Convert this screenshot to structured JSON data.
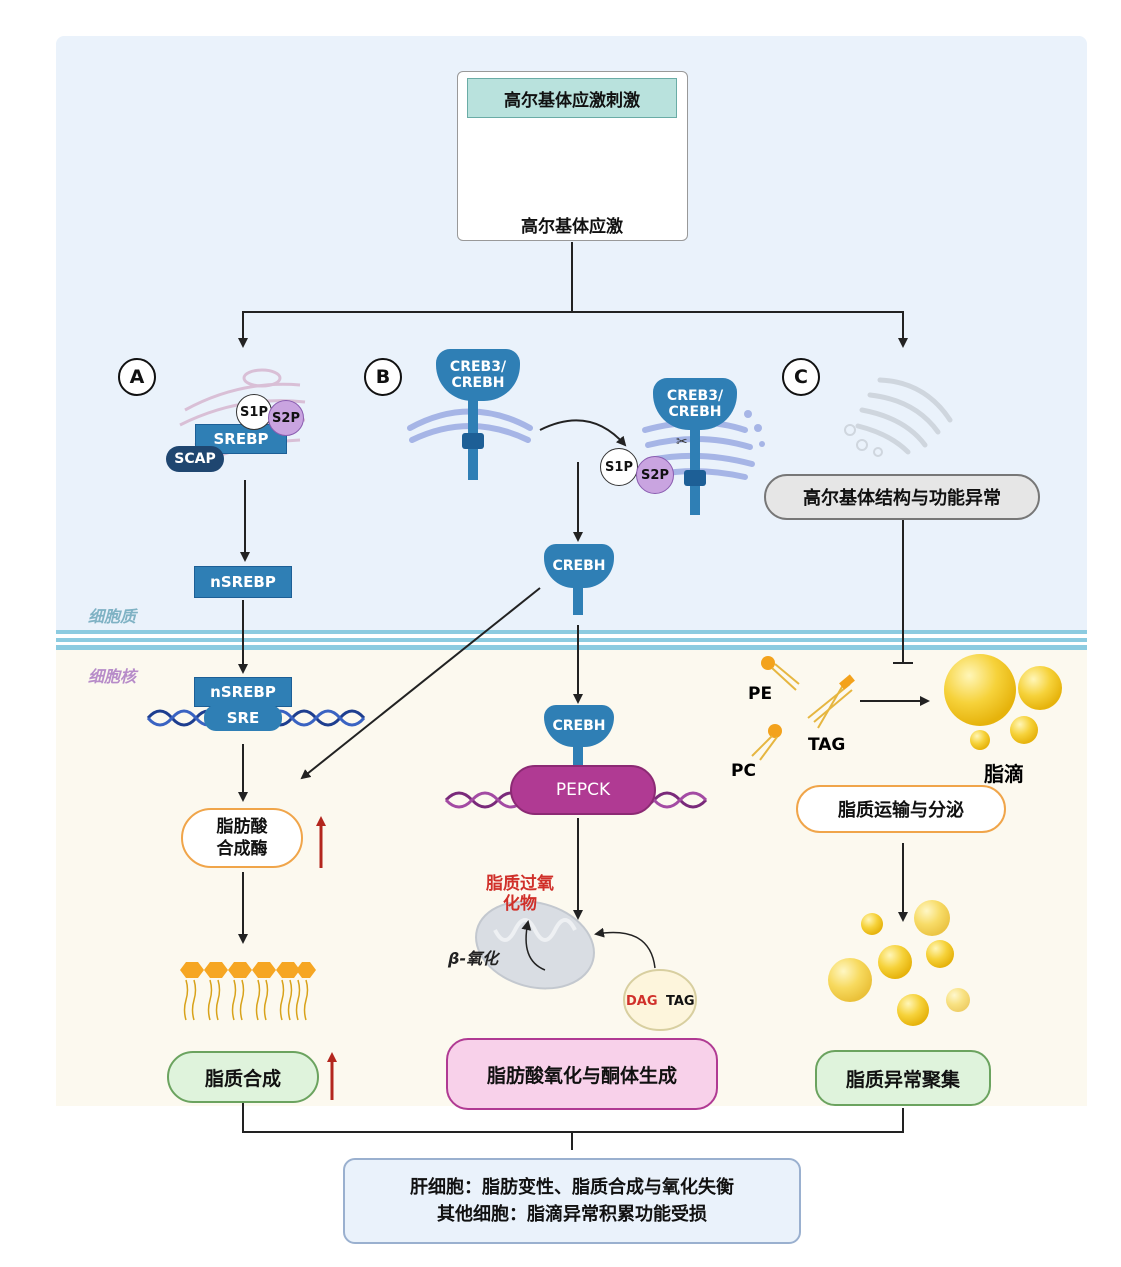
{
  "top": {
    "stimulus": "高尔基体应激刺激",
    "stress": "高尔基体应激"
  },
  "regions": {
    "cytoplasm": "细胞质",
    "nucleus": "细胞核"
  },
  "panels": {
    "a": "A",
    "b": "B",
    "c": "C"
  },
  "pathway_a": {
    "s1p": "S1P",
    "s2p": "S2P",
    "srebp": "SREBP",
    "scap": "SCAP",
    "nsrebp": "nSREBP",
    "nsrebp_nuc": "nSREBP",
    "sre": "SRE",
    "enzyme": "脂肪酸\n合成酶",
    "outcome": "脂质合成"
  },
  "pathway_b": {
    "creb_golgi": "CREB3/\nCREBH",
    "creb_cleave": "CREB3/\nCREBH",
    "s1p": "S1P",
    "s2p": "S2P",
    "crebh_cyto": "CREBH",
    "crebh_nuc": "CREBH",
    "pepck": "PEPCK",
    "peroxide": "脂质过氧\n化物",
    "beta_ox": "β-氧化",
    "dag": "DAG",
    "tag": "TAG",
    "outcome": "脂肪酸氧化与酮体生成"
  },
  "pathway_c": {
    "dysfunction": "高尔基体结构与功能异常",
    "pe": "PE",
    "pc": "PC",
    "tag": "TAG",
    "droplet": "脂滴",
    "transport": "脂质运输与分泌",
    "outcome": "脂质异常聚集"
  },
  "summary": {
    "line1": "肝细胞：脂肪变性、脂质合成与氧化失衡",
    "line2": "其他细胞：脂滴异常积累功能受损"
  },
  "colors": {
    "cytoplasm_bg": "#eaf2fb",
    "nucleus_bg": "#fcf9ef",
    "membrane": "#8ccbe0",
    "protein_blue": "#2f7fb5",
    "pepck": "#b03a93",
    "up_arrow": "#b3261e",
    "droplet": "#f2c21b"
  }
}
